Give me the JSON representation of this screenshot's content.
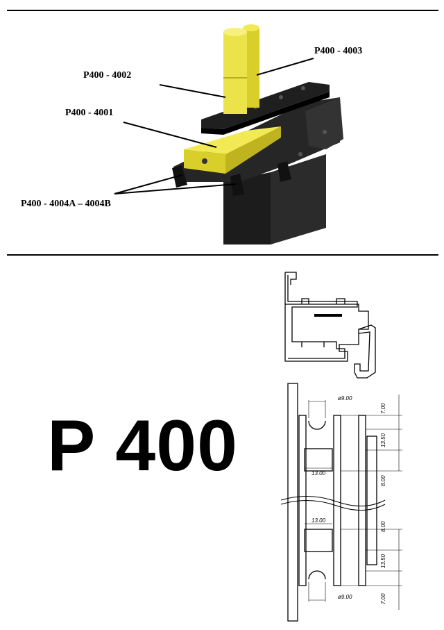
{
  "callouts": {
    "p4003": "P400 - 4003",
    "p4002": "P400 - 4002",
    "p4001": "P400 - 4001",
    "p4004": "P400 - 4004A – 4004B"
  },
  "product_title": "P 400",
  "dimensions": {
    "d_top": "ø9.00",
    "d_bottom": "ø9.00",
    "w_top": "13.00",
    "w_bottom": "13.00",
    "v_top_1": "7.00",
    "v_top_2": "13.50",
    "v_top_3": "8.00",
    "v_bot_1": "8.00",
    "v_bot_2": "13.50",
    "v_bot_3": "7.00"
  },
  "colors": {
    "part_yellow": "#e8e03a",
    "part_black": "#1e1e1e"
  }
}
